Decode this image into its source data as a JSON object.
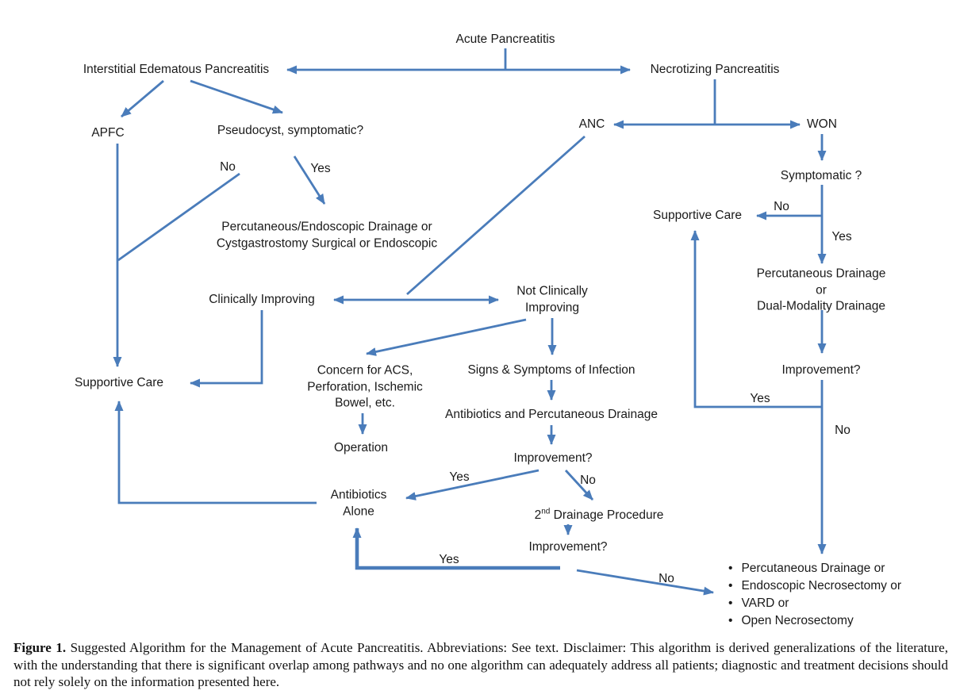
{
  "diagram": {
    "colors": {
      "arrow": "#4a7cba",
      "text": "#1a1a1a"
    },
    "nodes": {
      "acute_pancreatitis": "Acute Pancreatitis",
      "interstitial": "Interstitial Edematous Pancreatitis",
      "necrotizing": "Necrotizing Pancreatitis",
      "apfc": "APFC",
      "pseudocyst": "Pseudocyst, symptomatic?",
      "pseudocyst_no": "No",
      "pseudocyst_yes": "Yes",
      "perc_endo_drainage": "Percutaneous/Endoscopic Drainage or\nCystgastrostomy  Surgical or Endoscopic",
      "anc": "ANC",
      "won": "WON",
      "symptomatic": "Symptomatic ?",
      "symptomatic_no": "No",
      "symptomatic_yes": "Yes",
      "supportive_care_right": "Supportive Care",
      "perc_dual_drainage": "Percutaneous Drainage or\nDual-Modality Drainage",
      "improvement_right": "Improvement?",
      "improvement_right_yes": "Yes",
      "improvement_right_no": "No",
      "clinically_improving": "Clinically Improving",
      "not_clinically_improving": "Not Clinically\nImproving",
      "supportive_care_left": "Supportive Care",
      "concern_acs": "Concern for ACS,\nPerforation, Ischemic\nBowel, etc.",
      "signs_symptoms": "Signs & Symptoms of Infection",
      "operation": "Operation",
      "antibiotics_perc_drainage": "Antibiotics and Percutaneous Drainage",
      "improvement_mid": "Improvement?",
      "improvement_mid_yes": "Yes",
      "improvement_mid_no": "No",
      "antibiotics_alone": "Antibiotics\nAlone",
      "second_drainage_prefix": "2",
      "second_drainage_sup": "nd",
      "second_drainage_suffix": " Drainage Procedure",
      "improvement_bottom": "Improvement?",
      "improvement_bottom_yes": "Yes",
      "improvement_bottom_no": "No",
      "bullet_glyph": "•",
      "final_options": [
        "Percutaneous Drainage or",
        "Endoscopic Necrosectomy or",
        "VARD or",
        "Open Necrosectomy"
      ]
    },
    "caption": {
      "label": "Figure 1.",
      "text": " Suggested Algorithm for the Management of Acute Pancreatitis. Abbreviations: See text. Disclaimer: This algorithm is derived generalizations of the literature, with the understanding that there is significant overlap among pathways and no one algorithm can adequately address all patients; diagnostic and treatment decisions should not rely solely on the information presented here."
    }
  }
}
